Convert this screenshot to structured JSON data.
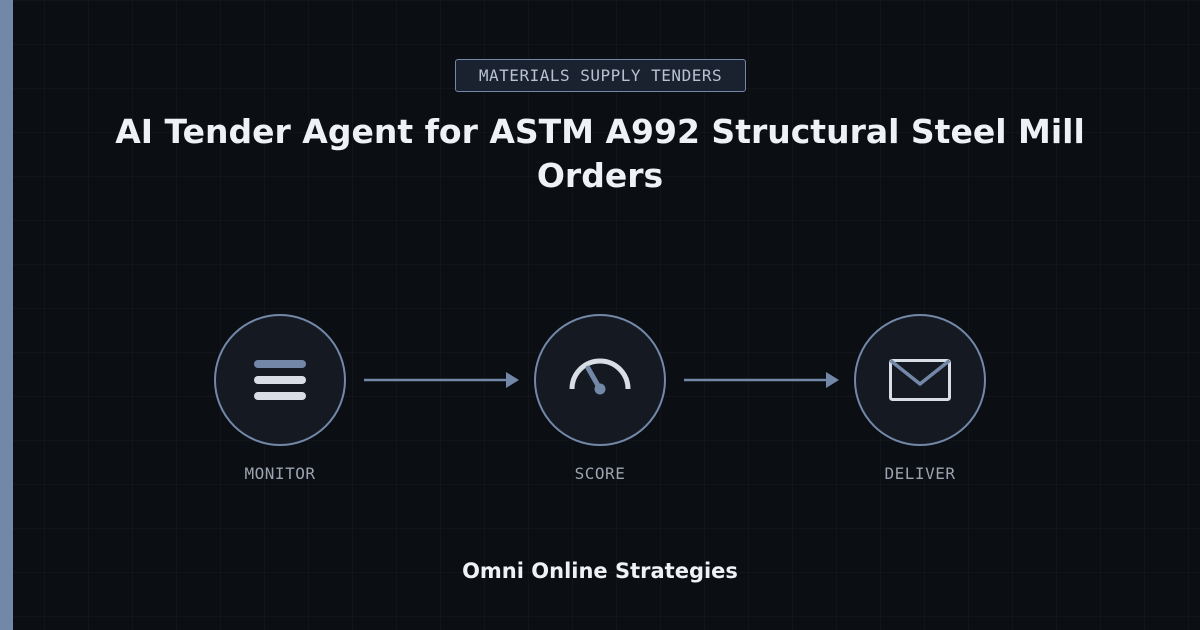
{
  "tag": "MATERIALS SUPPLY TENDERS",
  "title": "AI Tender Agent for ASTM A992 Structural Steel Mill Orders",
  "steps": [
    {
      "label": "MONITOR",
      "icon": "list-icon"
    },
    {
      "label": "SCORE",
      "icon": "gauge-icon"
    },
    {
      "label": "DELIVER",
      "icon": "envelope-icon"
    }
  ],
  "footer": "Omni Online Strategies",
  "colors": {
    "background": "#0b0e13",
    "accent": "#7388a8",
    "circle_fill": "#151a22",
    "text": "#eef1f5",
    "muted_text": "#9aa3af",
    "icon_light": "#d8dde6"
  }
}
